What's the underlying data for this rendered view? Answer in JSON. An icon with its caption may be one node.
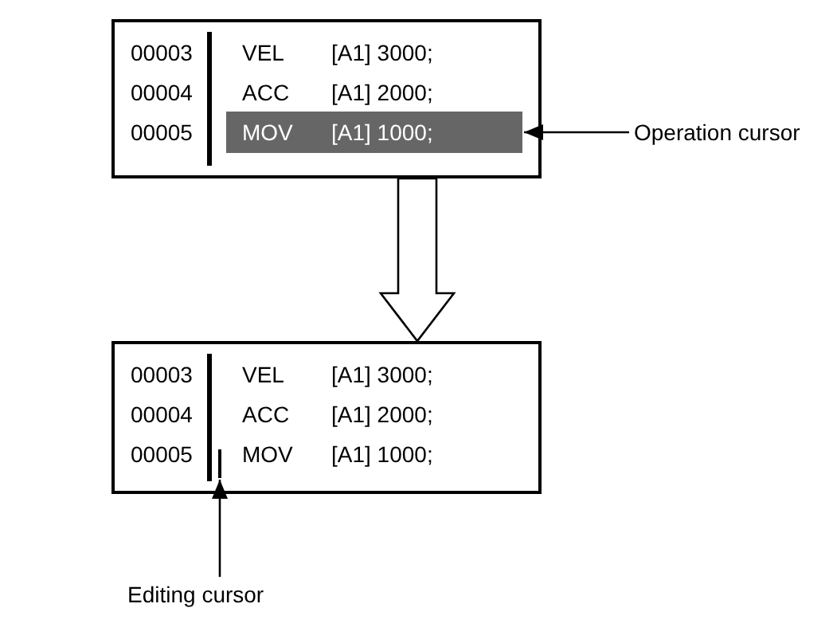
{
  "diagram": {
    "nodes": [
      {
        "text": [
          "00003",
          "00004",
          "00005",
          "VEL",
          "[A1] 3000;",
          "ACC",
          "[A1] 2000;"
        ]
      },
      {
        "text": [
          "MOV",
          "[A1] 1000;"
        ],
        "in": 0
      },
      {
        "text": [
          "Operation cursor"
        ]
      },
      {
        "text": [
          "00003",
          "00004",
          "00005",
          "VEL",
          "[A1] 3000;",
          "ACC",
          "[A1] 2000;",
          "MOV",
          "[A1] 1000;"
        ]
      },
      {
        "text": [],
        "shape": "bar",
        "in": 3
      },
      {
        "text": [
          "Editing cursor"
        ]
      }
    ],
    "edges": [
      {
        "from": 2,
        "to": 1,
        "arrow": "to"
      },
      {
        "from": 0,
        "to": 3,
        "arrow": "to"
      },
      {
        "from": 5,
        "to": 4,
        "arrow": "to"
      }
    ]
  }
}
